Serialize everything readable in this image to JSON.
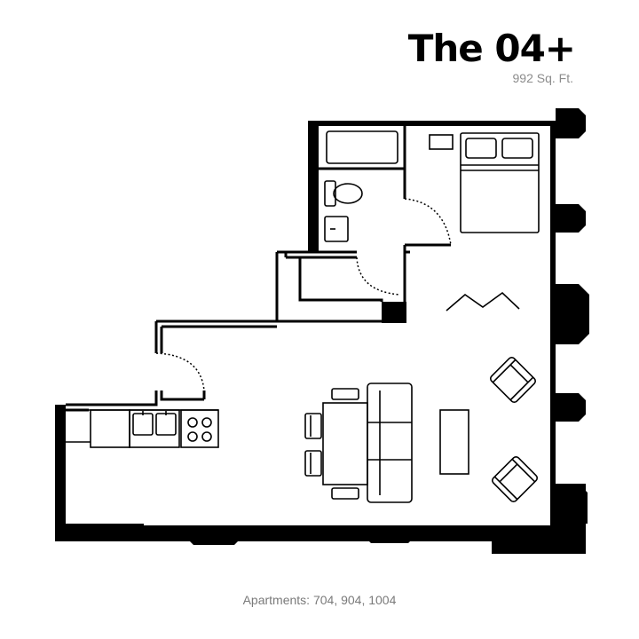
{
  "header": {
    "title": "The 04+",
    "area": "992 Sq. Ft."
  },
  "footer": {
    "apartments": "Apartments: 704, 904, 1004"
  },
  "colors": {
    "wall": "#000000",
    "line": "#1a1a1a",
    "muted_text": "#8c8c8c"
  }
}
